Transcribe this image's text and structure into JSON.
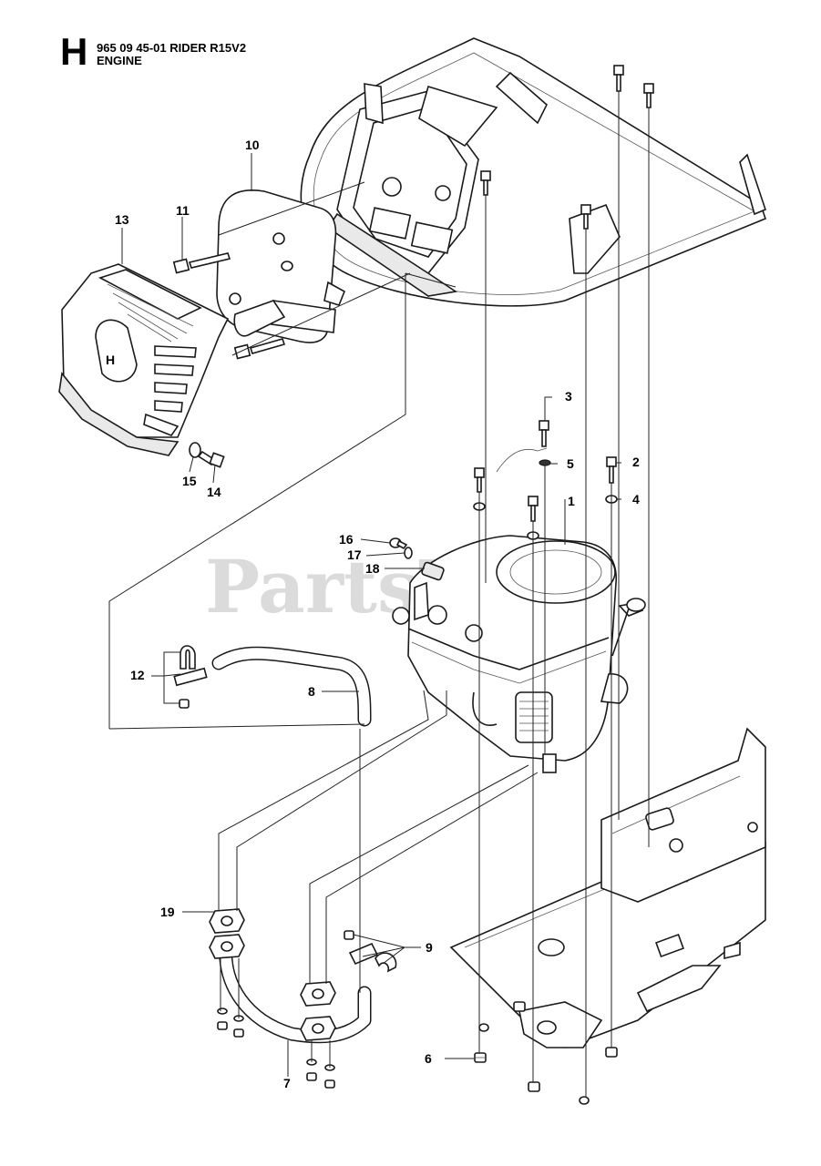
{
  "header": {
    "section_letter": "H",
    "title_line1": "965 09 45-01 RIDER R15V2",
    "title_line2": "ENGINE"
  },
  "watermark": {
    "text": "PartsTree",
    "mark": "™"
  },
  "callouts": [
    "1",
    "2",
    "3",
    "4",
    "5",
    "6",
    "7",
    "8",
    "9",
    "10",
    "11",
    "12",
    "13",
    "14",
    "15",
    "16",
    "17",
    "18",
    "19"
  ],
  "colors": {
    "line": "#1a1a1a",
    "watermark": "#cfcfcf",
    "background": "#ffffff"
  }
}
